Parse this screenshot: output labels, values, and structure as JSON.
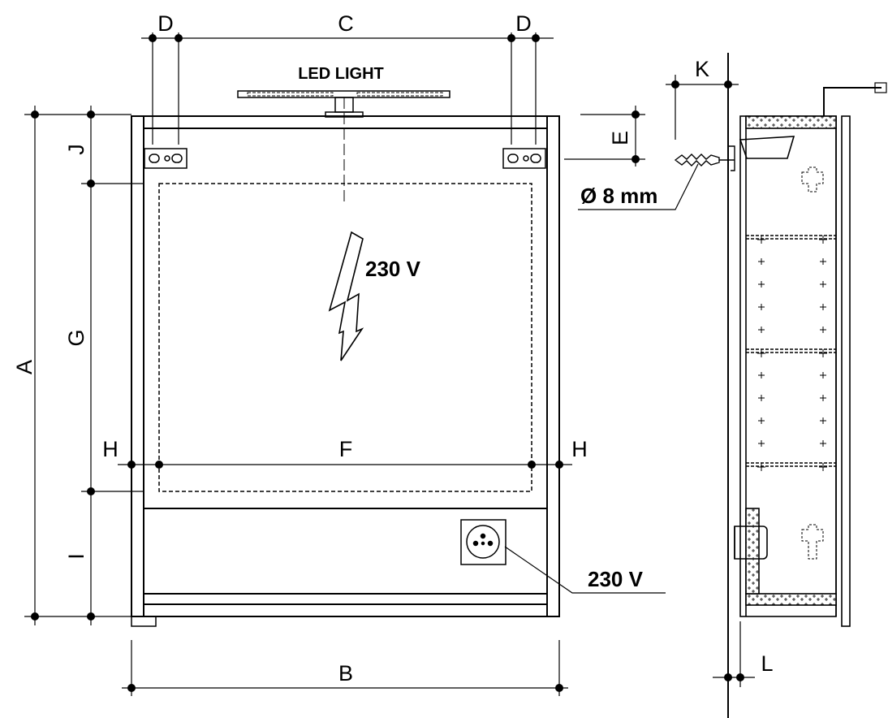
{
  "diagram": {
    "dimension_labels": {
      "a": "A",
      "b": "B",
      "c": "C",
      "d_left": "D",
      "d_right": "D",
      "e": "E",
      "f": "F",
      "g": "G",
      "h_left": "H",
      "h_right": "H",
      "i": "I",
      "j": "J",
      "k": "K",
      "l": "L"
    },
    "annotations": {
      "led_light": "LED LIGHT",
      "voltage_cable": "230 V",
      "voltage_socket": "230 V",
      "drill_diameter": "Ø 8 mm"
    },
    "colors": {
      "line": "#000000",
      "insulation_fill": "#bfbfbf"
    }
  }
}
